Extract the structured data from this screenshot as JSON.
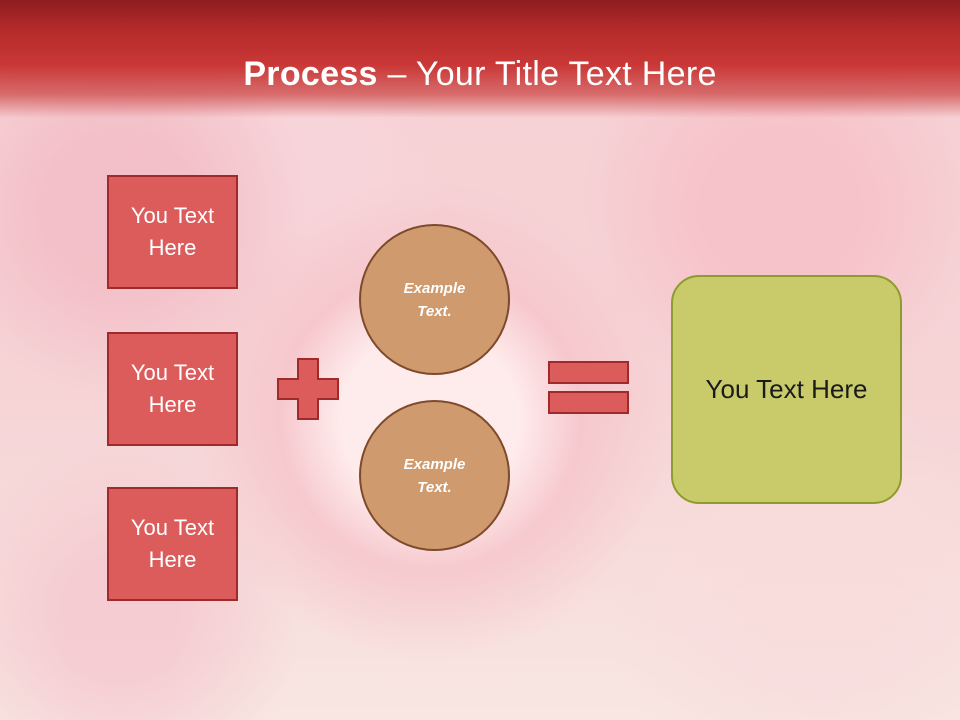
{
  "slide": {
    "title_bold": "Process",
    "title_rest": " – Your Title Text Here"
  },
  "left_boxes": [
    {
      "line1": "You Text",
      "line2": "Here"
    },
    {
      "line1": "You Text",
      "line2": "Here"
    },
    {
      "line1": "You Text",
      "line2": "Here"
    }
  ],
  "circles": [
    {
      "line1": "Example",
      "line2": "Text."
    },
    {
      "line1": "Example",
      "line2": "Text."
    }
  ],
  "result": {
    "label": "You Text Here"
  },
  "colors": {
    "header": "#b42a2b",
    "box_fill": "#dc5c5c",
    "circle_fill": "#cf9a6e",
    "result_fill": "#c9cb6a"
  },
  "icons": [
    "plus-icon",
    "equals-icon"
  ]
}
